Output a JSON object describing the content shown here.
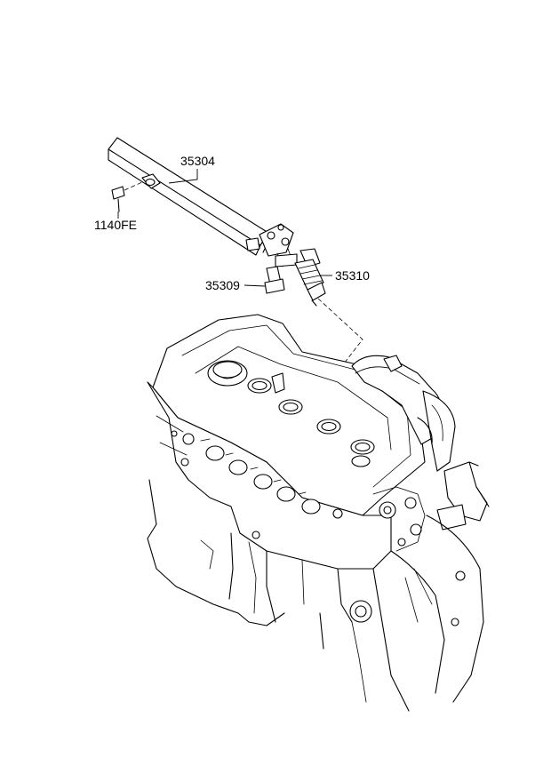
{
  "callouts": {
    "fuel_rail": "35304",
    "bolt": "1140FE",
    "insulator": "35309",
    "injector": "35310"
  },
  "colors": {
    "line": "#000000",
    "background": "#ffffff"
  }
}
